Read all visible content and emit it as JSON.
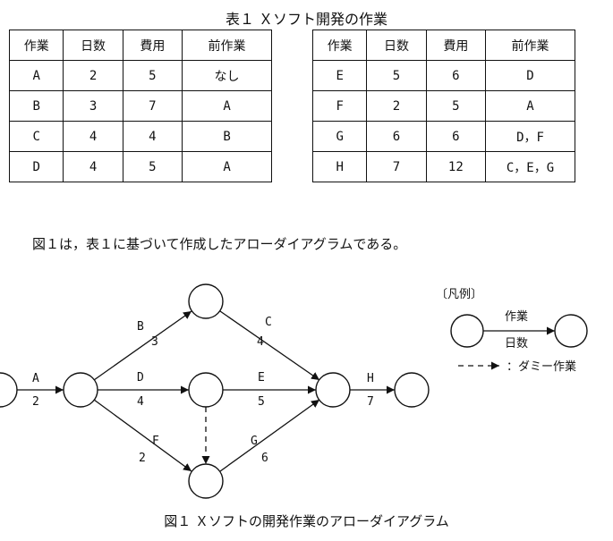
{
  "table_title": "表１ Ｘソフト開発の作業",
  "headers": [
    "作業",
    "日数",
    "費用",
    "前作業"
  ],
  "table_left": [
    [
      "A",
      "2",
      "5",
      "なし"
    ],
    [
      "B",
      "3",
      "7",
      "A"
    ],
    [
      "C",
      "4",
      "4",
      "B"
    ],
    [
      "D",
      "4",
      "5",
      "A"
    ]
  ],
  "table_right": [
    [
      "E",
      "5",
      "6",
      "D"
    ],
    [
      "F",
      "2",
      "5",
      "A"
    ],
    [
      "G",
      "6",
      "6",
      "D，F"
    ],
    [
      "H",
      "7",
      "12",
      "C，E，G"
    ]
  ],
  "description": "図１は，表１に基づいて作成したアローダイアグラムである。",
  "arrows": [
    {
      "name": "A",
      "days": "2"
    },
    {
      "name": "B",
      "days": "3"
    },
    {
      "name": "C",
      "days": "4"
    },
    {
      "name": "D",
      "days": "4"
    },
    {
      "name": "E",
      "days": "5"
    },
    {
      "name": "F",
      "days": "2"
    },
    {
      "name": "G",
      "days": "6"
    },
    {
      "name": "H",
      "days": "7"
    }
  ],
  "legend": {
    "title": "〔凡例〕",
    "task_label": "作業",
    "days_label": "日数",
    "dummy_label": "：ダミー作業"
  },
  "caption": "図１ Ｘソフトの開発作業のアローダイアグラム"
}
